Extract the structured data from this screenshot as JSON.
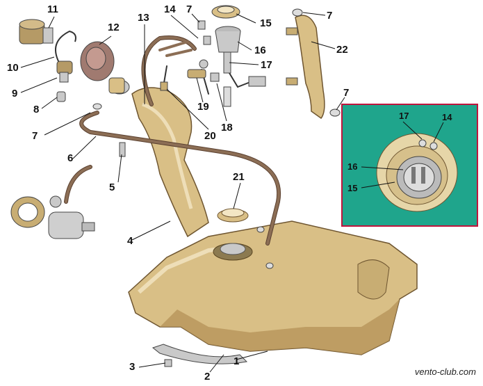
{
  "diagram": {
    "labels": {
      "n1": "1",
      "n2": "2",
      "n3": "3",
      "n4": "4",
      "n5": "5",
      "n6": "6",
      "n7a": "7",
      "n7b": "7",
      "n7c": "7",
      "n7d": "7",
      "n8": "8",
      "n9": "9",
      "n10": "10",
      "n11": "11",
      "n12": "12",
      "n13": "13",
      "n14": "14",
      "n15": "15",
      "n16": "16",
      "n17": "17",
      "n18": "18",
      "n19": "19",
      "n20": "20",
      "n21": "21",
      "n22": "22"
    },
    "inset_labels": {
      "n17": "17",
      "n14": "14",
      "n16": "16",
      "n15": "15"
    },
    "watermark": "vento-club.com"
  },
  "colors": {
    "tank": "#d9bf86",
    "tank_shadow": "#b6955a",
    "tank_highlight": "#f3e6c4",
    "hose": "#8c6e55",
    "inset_bg": "#1fa58c",
    "inset_border": "#c0143c",
    "metal": "#c9c9c9",
    "leader": "#111111"
  }
}
